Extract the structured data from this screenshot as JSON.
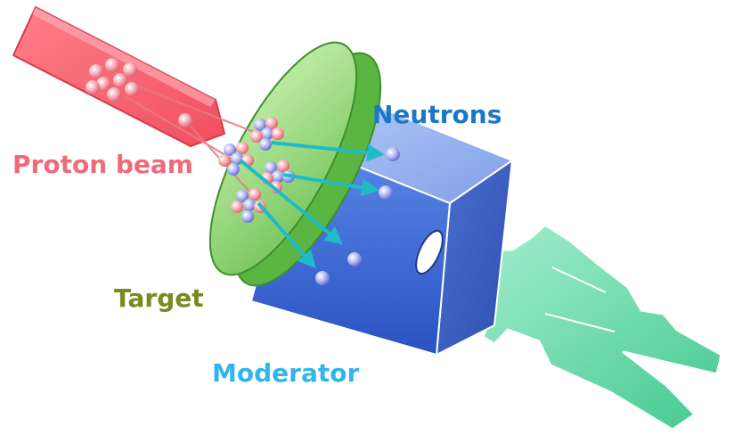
{
  "labels": {
    "proton_beam": "Proton beam",
    "neutrons": "Neutrons",
    "target": "Target",
    "moderator": "Moderator"
  },
  "colors": {
    "proton_beam_text": "#f06a7a",
    "neutrons_text": "#1b78c8",
    "target_text": "#7a8a22",
    "moderator_text": "#2fb6ea",
    "beam_fill": "#f76b78",
    "target_fill": "#9fdc85",
    "moderator_fill": "#3f6fd8",
    "person_fill": "#6fe0b0",
    "arrow": "#1fbcc8",
    "proton": "#f4a0a8",
    "neutron": "#9ea6f0"
  },
  "icons": {
    "person": "person-silhouette-icon",
    "beam": "proton-beam-pipe"
  }
}
